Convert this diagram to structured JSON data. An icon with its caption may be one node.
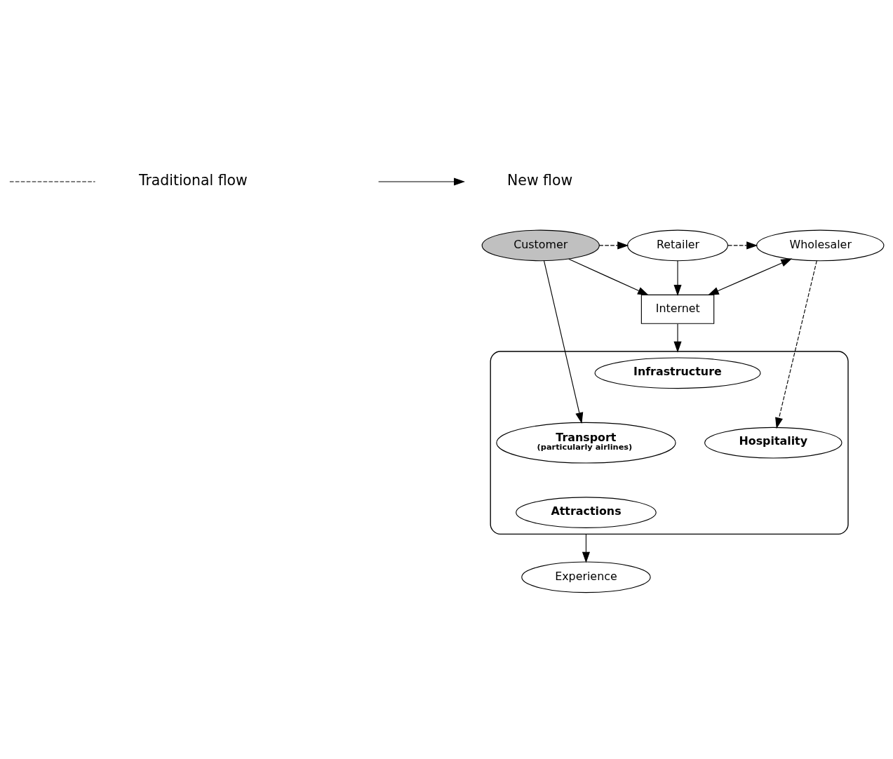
{
  "diagram": {
    "nodes": [
      {
        "text": [
          "Customer"
        ]
      },
      {
        "text": [
          "Retailer"
        ]
      },
      {
        "text": [
          "Wholesaler"
        ]
      },
      {
        "text": [
          "Internet"
        ]
      },
      {
        "text": [],
        "shape": "ellipse"
      },
      {
        "text": [
          "Infrastructure"
        ],
        "in": 4
      },
      {
        "text": [
          "Transport",
          "(particularly airlines)"
        ],
        "in": 4
      },
      {
        "text": [
          "Hospitality"
        ],
        "in": 4
      },
      {
        "text": [
          "Attractions"
        ],
        "in": 4
      },
      {
        "text": [
          "Experience"
        ]
      }
    ],
    "edges": [
      {
        "from": 0,
        "to": 1,
        "arrow": "to",
        "style": "dashed"
      },
      {
        "from": 1,
        "to": 2,
        "arrow": "to",
        "style": "dashed"
      },
      {
        "from": 0,
        "to": 3,
        "arrow": "to"
      },
      {
        "from": 1,
        "to": 3,
        "arrow": "to"
      },
      {
        "from": 2,
        "to": 3,
        "arrow": "both"
      },
      {
        "from": 2,
        "to": 7,
        "arrow": "to",
        "style": "dashed"
      },
      {
        "from": 0,
        "to": 6,
        "arrow": "to"
      },
      {
        "from": 3,
        "to": 4,
        "arrow": "to"
      },
      {
        "from": 4,
        "to": 9,
        "arrow": "to"
      }
    ],
    "legend": [
      {
        "text": "Traditional flow"
      },
      {
        "text": "New flow"
      }
    ]
  }
}
